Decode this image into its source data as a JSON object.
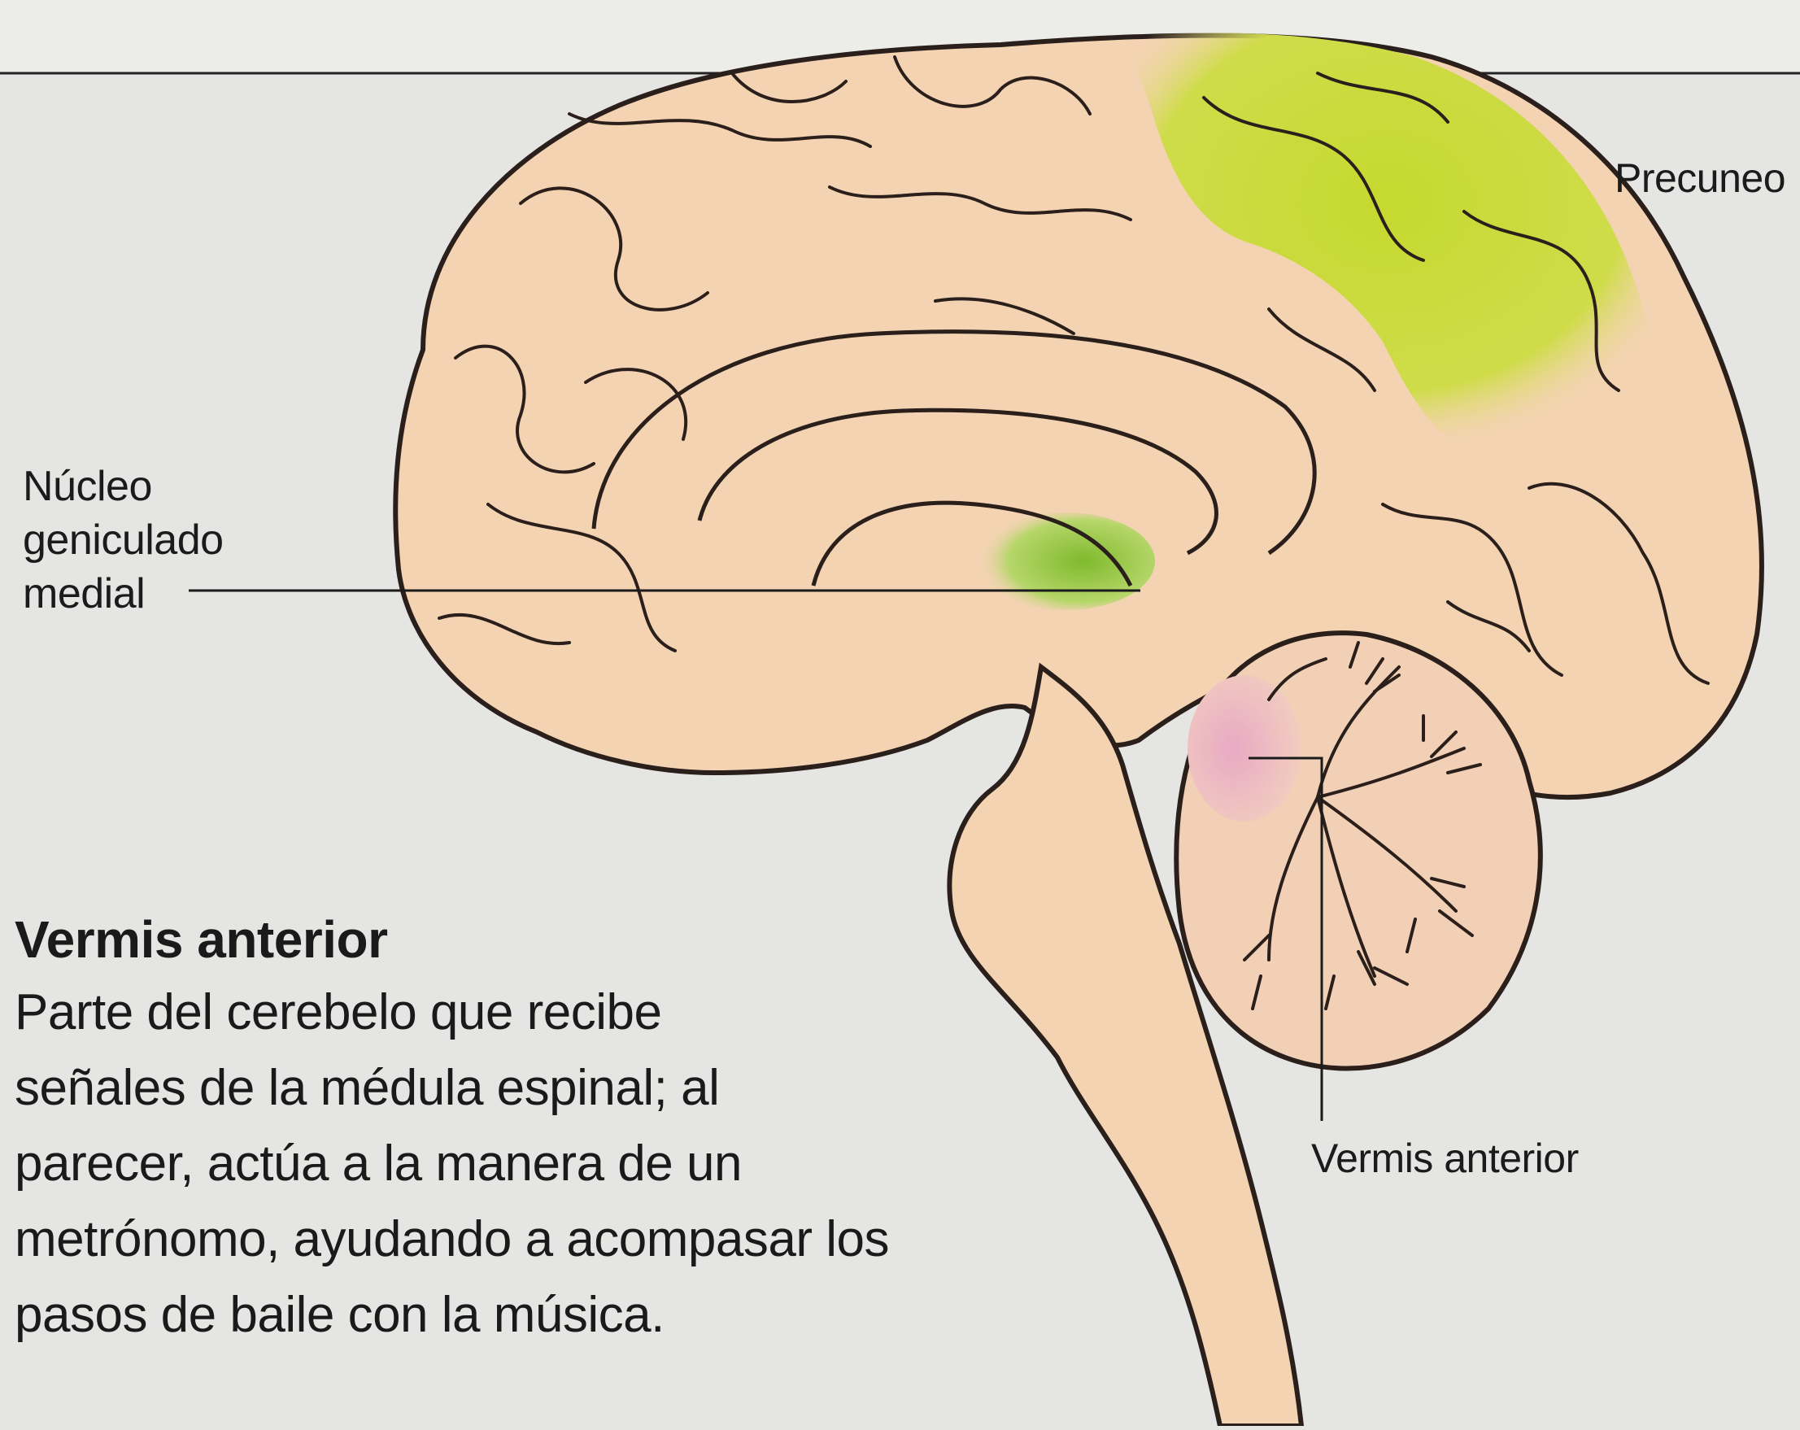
{
  "labels": {
    "precuneo": "Precuneo",
    "nucleo_geniculado_medial": [
      "Núcleo",
      "geniculado",
      "medial"
    ],
    "vermis_anterior": "Vermis anterior"
  },
  "caption": {
    "title": "Vermis anterior",
    "lines": [
      "Parte del cerebelo que recibe",
      "señales de la médula espinal; al",
      "parecer, actúa a la manera de un",
      "metrónomo, ayudando a acompasar los",
      "pasos de baile con la música."
    ]
  },
  "colors": {
    "background": "#e5e5e3",
    "brain_tissue": "#f4d3b3",
    "outline": "#2a1f1a",
    "precuneus_highlight": "#c9d93a",
    "geniculate_highlight": "#9cc84a",
    "vermis_highlight": "#e9b2c6"
  }
}
